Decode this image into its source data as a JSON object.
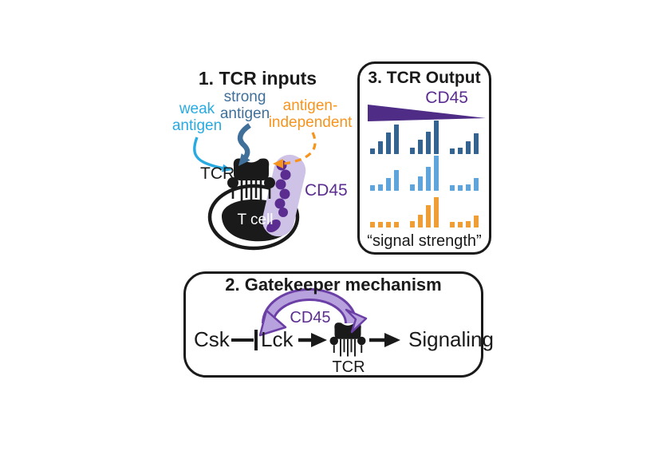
{
  "figure": {
    "background": "#ffffff",
    "description_colors": {
      "weak_antigen_blue": "#29ABE2",
      "strong_antigen_blue": "#40709A",
      "antigen_independent_orange": "#F7941E",
      "cd45_purple": "#5C2D91",
      "cd45_blob_light_purple": "#CEC3E6",
      "arch_fill": "#B7A2DE",
      "arch_outline": "#6B3FA6"
    }
  },
  "panel1": {
    "title": "1. TCR inputs",
    "weak_antigen_label": "weak\nantigen",
    "strong_antigen_label": "strong\nantigen",
    "antigen_independent_label": "antigen-\nindependent",
    "tcr_label": "TCR",
    "cd45_label": "CD45",
    "t_cell_label": "T cell"
  },
  "panel2": {
    "title": "2. Gatekeeper mechanism",
    "cd45_label": "CD45",
    "csk_label": "Csk",
    "lck_label": "Lck",
    "signaling_label": "Signaling",
    "tcr_label": "TCR"
  },
  "panel3": {
    "title": "3. TCR Output",
    "cd45_label": "CD45",
    "caption": "“signal strength”"
  },
  "chart_data": {
    "type": "bar",
    "title": "3. TCR Output",
    "context": "3x3 grid of miniature 4-bar charts; columns follow the purple CD45 wedge (high CD45 at left decreasing to low CD45 at right); rows are color-coded to the TCR inputs of panel 1",
    "columns": [
      "high CD45",
      "intermediate CD45",
      "low CD45"
    ],
    "rows": [
      {
        "series": "strong antigen",
        "color": "#35638F",
        "charts": [
          [
            7,
            16,
            27,
            37
          ],
          [
            8,
            18,
            28,
            42
          ],
          [
            7,
            8,
            16,
            26
          ]
        ]
      },
      {
        "series": "weak antigen",
        "color": "#5FA4DB",
        "charts": [
          [
            7,
            8,
            16,
            26
          ],
          [
            8,
            18,
            30,
            44
          ],
          [
            7,
            7,
            8,
            16
          ]
        ]
      },
      {
        "series": "antigen-independent",
        "color": "#EE9E35",
        "charts": [
          [
            7,
            7,
            7,
            7
          ],
          [
            8,
            16,
            28,
            38
          ],
          [
            7,
            7,
            8,
            15
          ]
        ]
      }
    ],
    "units": "relative signal (bar heights, px)",
    "ylabel": "signal strength",
    "axes": false,
    "grid": false,
    "legend": false
  }
}
